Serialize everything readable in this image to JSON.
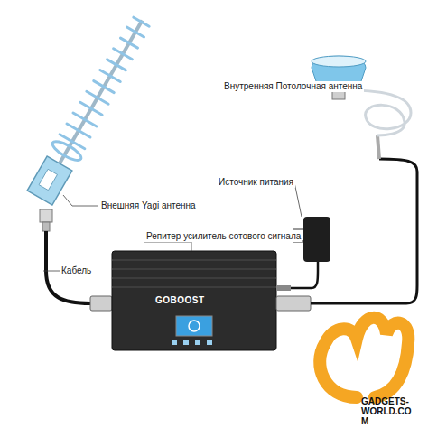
{
  "diagram": {
    "labels": [
      "Внутренняя Потолочная антенна",
      "Источник питания",
      "Внешняя Yagi антенна",
      "Репитер усилитель сотового сигнала",
      "Кабель",
      "GOBOOST",
      "GADGETS-WORLD.COM"
    ]
  }
}
